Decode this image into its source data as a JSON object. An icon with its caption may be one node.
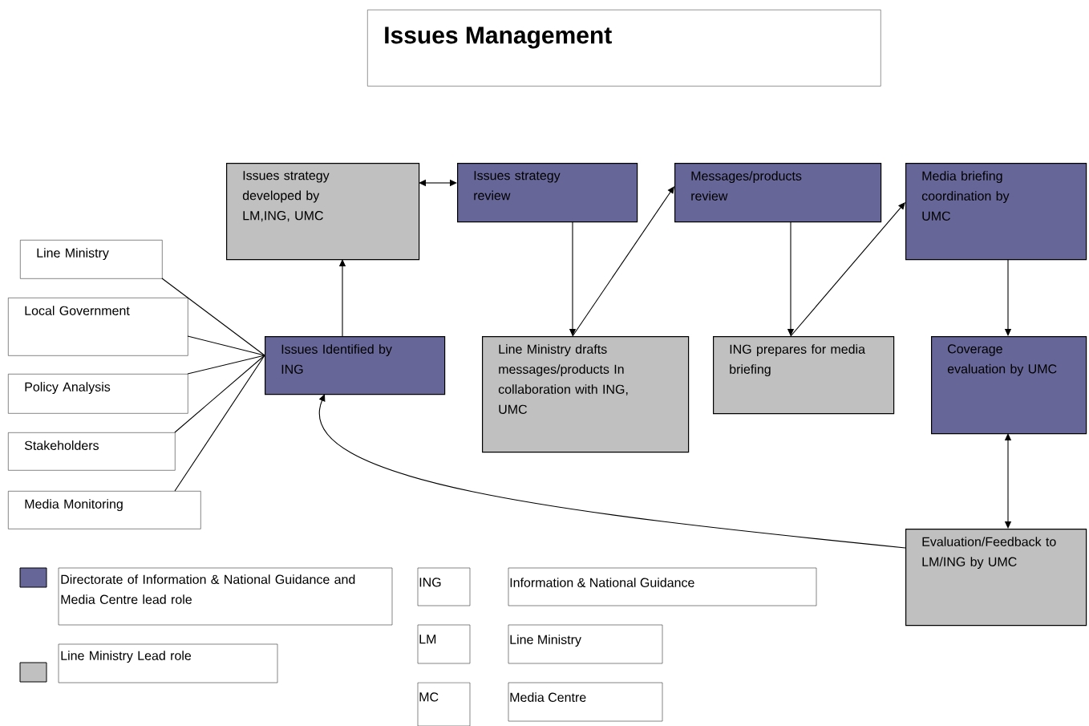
{
  "diagram": {
    "title": "Issues Management",
    "nodes": [
      {
        "text": [
          "Line Ministry"
        ]
      },
      {
        "text": [
          "Local Government"
        ]
      },
      {
        "text": [
          "Policy Analysis"
        ]
      },
      {
        "text": [
          "Stakeholders"
        ]
      },
      {
        "text": [
          "Media Monitoring"
        ]
      },
      {
        "text": [
          "Issues Identified by ING"
        ]
      },
      {
        "text": [
          "Issues strategy developed by LM,ING, UMC"
        ]
      },
      {
        "text": [
          "Issues strategy review"
        ]
      },
      {
        "text": [
          "Line Ministry drafts messages/products In collaboration with ING, UMC"
        ]
      },
      {
        "text": [
          "Messages/products review"
        ]
      },
      {
        "text": [
          "ING prepares for media briefing"
        ]
      },
      {
        "text": [
          "Media briefing coordination by UMC"
        ]
      },
      {
        "text": [
          "Coverage evaluation by UMC"
        ]
      },
      {
        "text": [
          "Evaluation/Feedback to LM/ING by UMC"
        ]
      }
    ],
    "edges": [
      {
        "from": 0,
        "to": 5,
        "arrow": "none"
      },
      {
        "from": 1,
        "to": 5,
        "arrow": "none"
      },
      {
        "from": 2,
        "to": 5,
        "arrow": "none"
      },
      {
        "from": 3,
        "to": 5,
        "arrow": "none"
      },
      {
        "from": 4,
        "to": 5,
        "arrow": "none"
      },
      {
        "from": 5,
        "to": 6,
        "arrow": "to"
      },
      {
        "from": 6,
        "to": 7,
        "arrow": "both"
      },
      {
        "from": 7,
        "to": 8,
        "arrow": "to"
      },
      {
        "from": 8,
        "to": 9,
        "arrow": "to"
      },
      {
        "from": 9,
        "to": 10,
        "arrow": "to"
      },
      {
        "from": 10,
        "to": 11,
        "arrow": "to"
      },
      {
        "from": 11,
        "to": 12,
        "arrow": "to"
      },
      {
        "from": 13,
        "to": 12,
        "arrow": "both"
      },
      {
        "from": 13,
        "to": 5,
        "arrow": "to"
      }
    ],
    "labels": [
      "ING",
      "Information & National Guidance",
      "LM",
      "Line Ministry",
      "MC",
      "Media Centre"
    ],
    "legend": [
      {
        "text": "Directorate of Information & National Guidance and Media Centre lead role",
        "color": "#666699"
      },
      {
        "text": "Line Ministry Lead role",
        "color": "#c0c0c0"
      }
    ]
  }
}
